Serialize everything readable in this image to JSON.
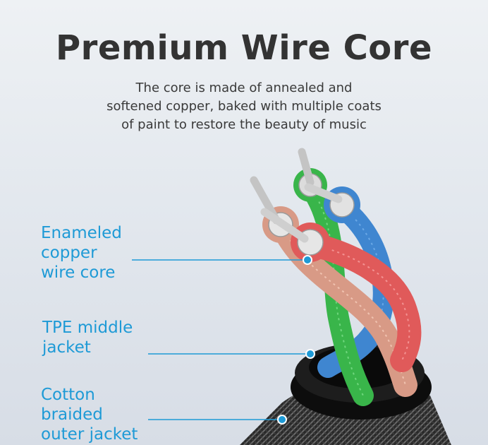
{
  "header": {
    "title": "Premium Wire Core",
    "description": [
      "The core is made of annealed and",
      "softened copper, baked with multiple coats",
      "of paint to restore the beauty of music"
    ]
  },
  "callouts": [
    {
      "lines": [
        "Enameled",
        "copper",
        "wire core"
      ]
    },
    {
      "lines": [
        "TPE middle",
        "jacket"
      ]
    },
    {
      "lines": [
        "Cotton",
        "braided",
        "outer jacket"
      ]
    }
  ],
  "colors": {
    "accent": "#1e9ad6",
    "title": "#333333",
    "wire_red": "#e05a5a",
    "wire_copper": "#d89a86",
    "wire_green": "#39b54a",
    "wire_blue": "#3f86d0",
    "jacket": "#111111"
  }
}
